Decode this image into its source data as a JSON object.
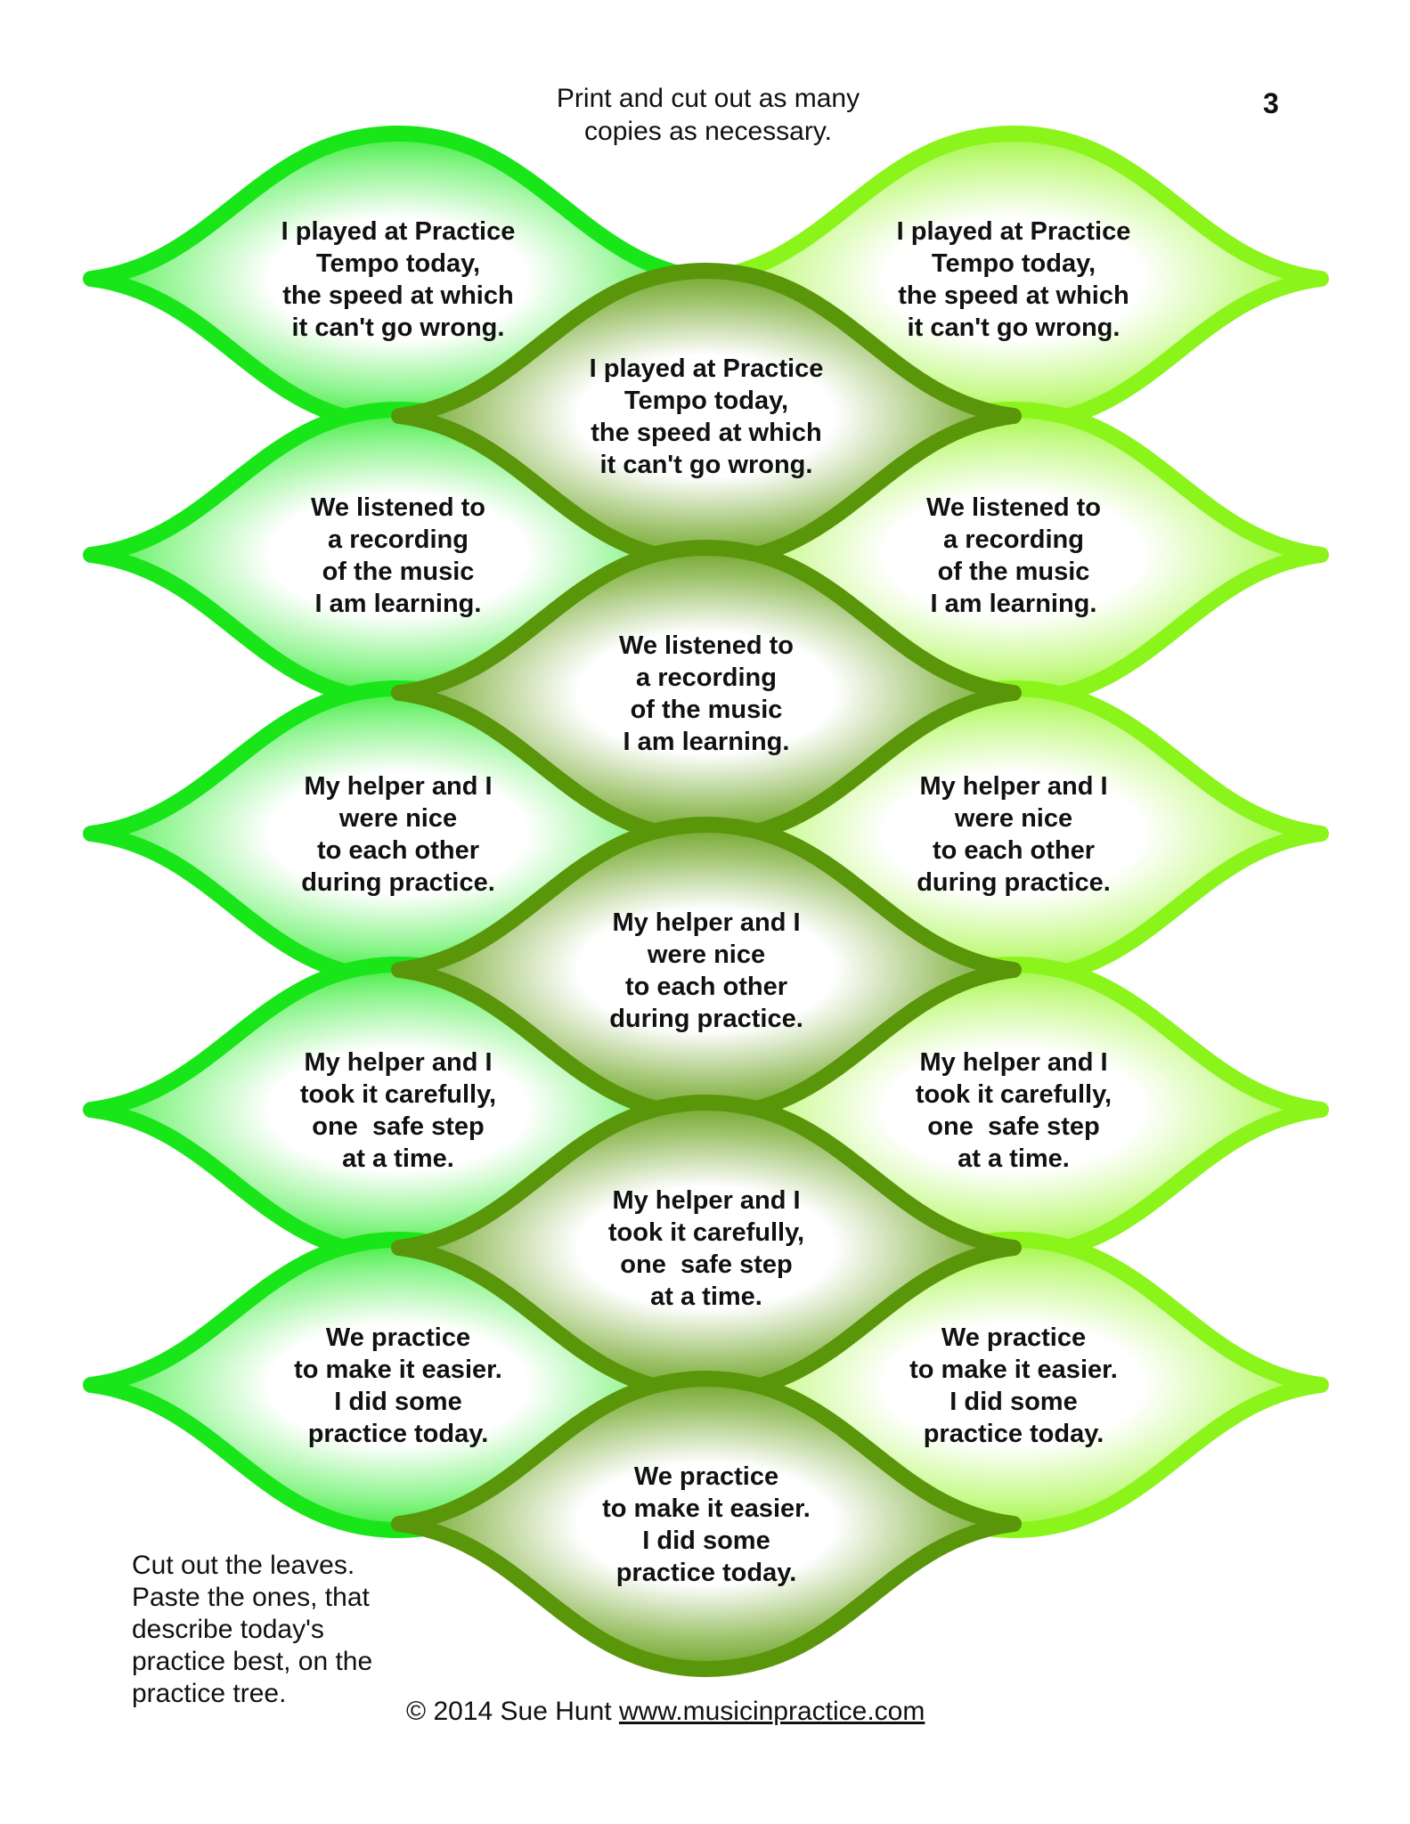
{
  "header": {
    "note_lines": [
      "Print and cut out as many",
      "copies as necessary."
    ],
    "page_number": "3"
  },
  "leaf_styles": {
    "left": {
      "edge": "#19e619",
      "glow": "#8cf58c"
    },
    "right": {
      "edge": "#8bf41b",
      "glow": "#c8fa8c"
    },
    "center": {
      "edge": "#5a960a",
      "glow": "#9ec36c"
    }
  },
  "leaves": [
    {
      "column": "left",
      "lines": [
        "I played at Practice",
        "Tempo today,",
        "the speed at which",
        "it can't go wrong."
      ]
    },
    {
      "column": "right",
      "lines": [
        "I played at Practice",
        "Tempo today,",
        "the speed at which",
        "it can't go wrong."
      ]
    },
    {
      "column": "center",
      "lines": [
        "I played at Practice",
        "Tempo today,",
        "the speed at which",
        "it can't go wrong."
      ]
    },
    {
      "column": "left",
      "lines": [
        "We listened to",
        "a recording",
        "of the music",
        "I am learning."
      ]
    },
    {
      "column": "right",
      "lines": [
        "We listened to",
        "a recording",
        "of the music",
        "I am learning."
      ]
    },
    {
      "column": "center",
      "lines": [
        "We listened to",
        "a recording",
        "of the music",
        "I am learning."
      ]
    },
    {
      "column": "left",
      "lines": [
        "My helper and I",
        "were nice",
        "to each other",
        "during practice."
      ]
    },
    {
      "column": "right",
      "lines": [
        "My helper and I",
        "were nice",
        "to each other",
        "during practice."
      ]
    },
    {
      "column": "center",
      "lines": [
        "My helper and I",
        "were nice",
        "to each other",
        "during practice."
      ]
    },
    {
      "column": "left",
      "lines": [
        "My helper and I",
        "took it carefully,",
        "one  safe step",
        "at a time."
      ]
    },
    {
      "column": "right",
      "lines": [
        "My helper and I",
        "took it carefully,",
        "one  safe step",
        "at a time."
      ]
    },
    {
      "column": "center",
      "lines": [
        "My helper and I",
        "took it carefully,",
        "one  safe step",
        "at a time."
      ]
    },
    {
      "column": "left",
      "lines": [
        "We practice",
        "to make it easier.",
        "I did some",
        "practice today."
      ]
    },
    {
      "column": "right",
      "lines": [
        "We practice",
        "to make it easier.",
        "I did some",
        "practice today."
      ]
    },
    {
      "column": "center",
      "lines": [
        "We practice",
        "to make it easier.",
        "I did some",
        "practice today."
      ]
    }
  ],
  "instructions_lines": [
    "Cut out the leaves.",
    "Paste the ones, that",
    "describe today's",
    "practice best, on the",
    "practice tree."
  ],
  "footer": {
    "copyright": "© 2014 Sue Hunt ",
    "link_text": "www.musicinpractice.com"
  }
}
